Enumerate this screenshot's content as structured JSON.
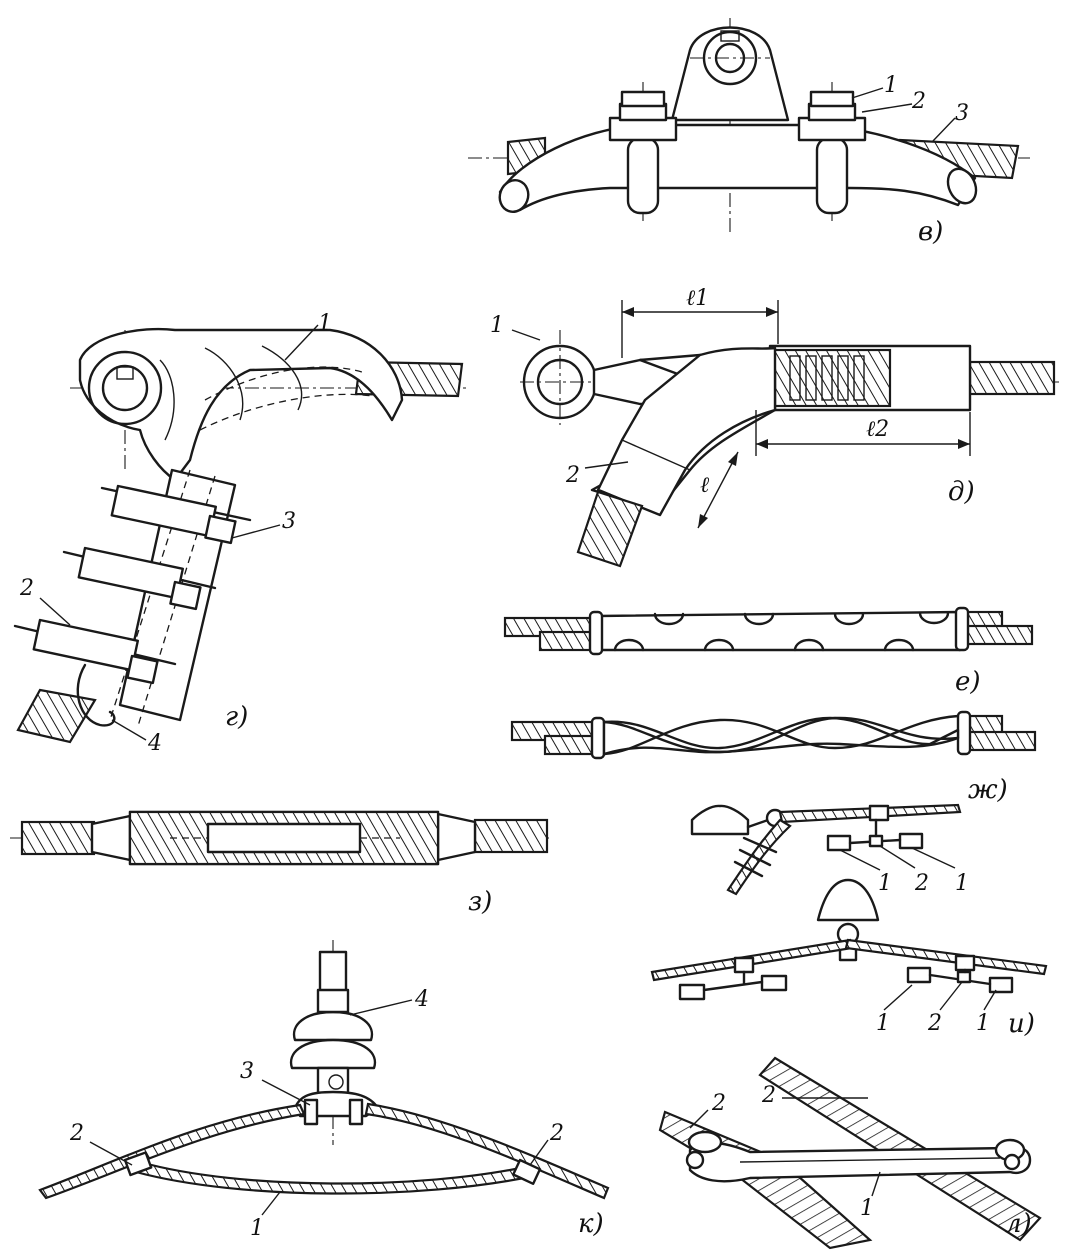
{
  "panels": {
    "v": {
      "caption": "в)",
      "callouts": [
        "1",
        "2",
        "3"
      ]
    },
    "g": {
      "caption": "г)",
      "callouts": [
        "1",
        "2",
        "3",
        "4"
      ]
    },
    "d": {
      "caption": "д)",
      "callouts": [
        "1",
        "2"
      ],
      "dims": [
        "ℓ1",
        "ℓ2",
        "ℓ"
      ]
    },
    "e": {
      "caption": "е)"
    },
    "zh": {
      "caption": "ж)"
    },
    "z": {
      "caption": "з)"
    },
    "i": {
      "caption": "и)",
      "callouts": [
        "1",
        "2",
        "1",
        "1",
        "2",
        "1"
      ]
    },
    "k": {
      "caption": "к)",
      "callouts": [
        "4",
        "3",
        "2",
        "2",
        "1"
      ]
    },
    "l": {
      "caption": "л)",
      "callouts": [
        "2",
        "2",
        "1"
      ]
    }
  }
}
